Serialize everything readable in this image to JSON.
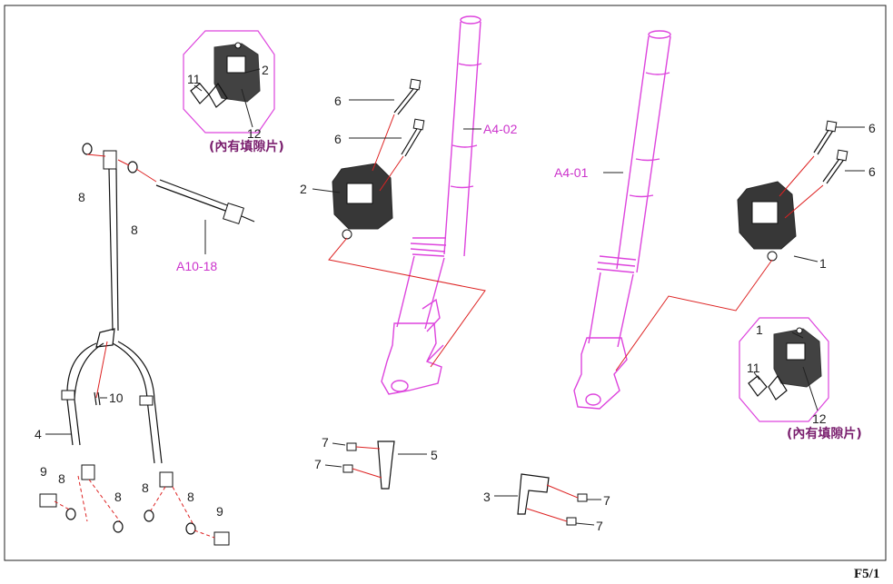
{
  "labels": {
    "fork_right": "A4-02",
    "fork_left": "A4-01",
    "switch_part": "A10-18",
    "n1a": "1",
    "n1b": "1",
    "n2a": "2",
    "n2b": "2",
    "n3": "3",
    "n4": "4",
    "n5": "5",
    "n6a": "6",
    "n6b": "6",
    "n6c": "6",
    "n6d": "6",
    "n7a": "7",
    "n7b": "7",
    "n7c": "7",
    "n7d": "7",
    "n8a": "8",
    "n8b": "8",
    "n8c": "8",
    "n8d": "8",
    "n8e": "8",
    "n8f": "8",
    "n9a": "9",
    "n9b": "9",
    "n10": "10",
    "n11a": "11",
    "n11b": "11",
    "n12a": "12",
    "n12b": "12"
  },
  "notes": {
    "shim_top": "(內有填隙片)",
    "shim_bottom": "(內有填隙片)"
  },
  "page_number": "F5/1",
  "colors": {
    "fork_outline": "#dd44dd",
    "leader_red": "#dd2222",
    "note_text": "#7a1f6e"
  }
}
